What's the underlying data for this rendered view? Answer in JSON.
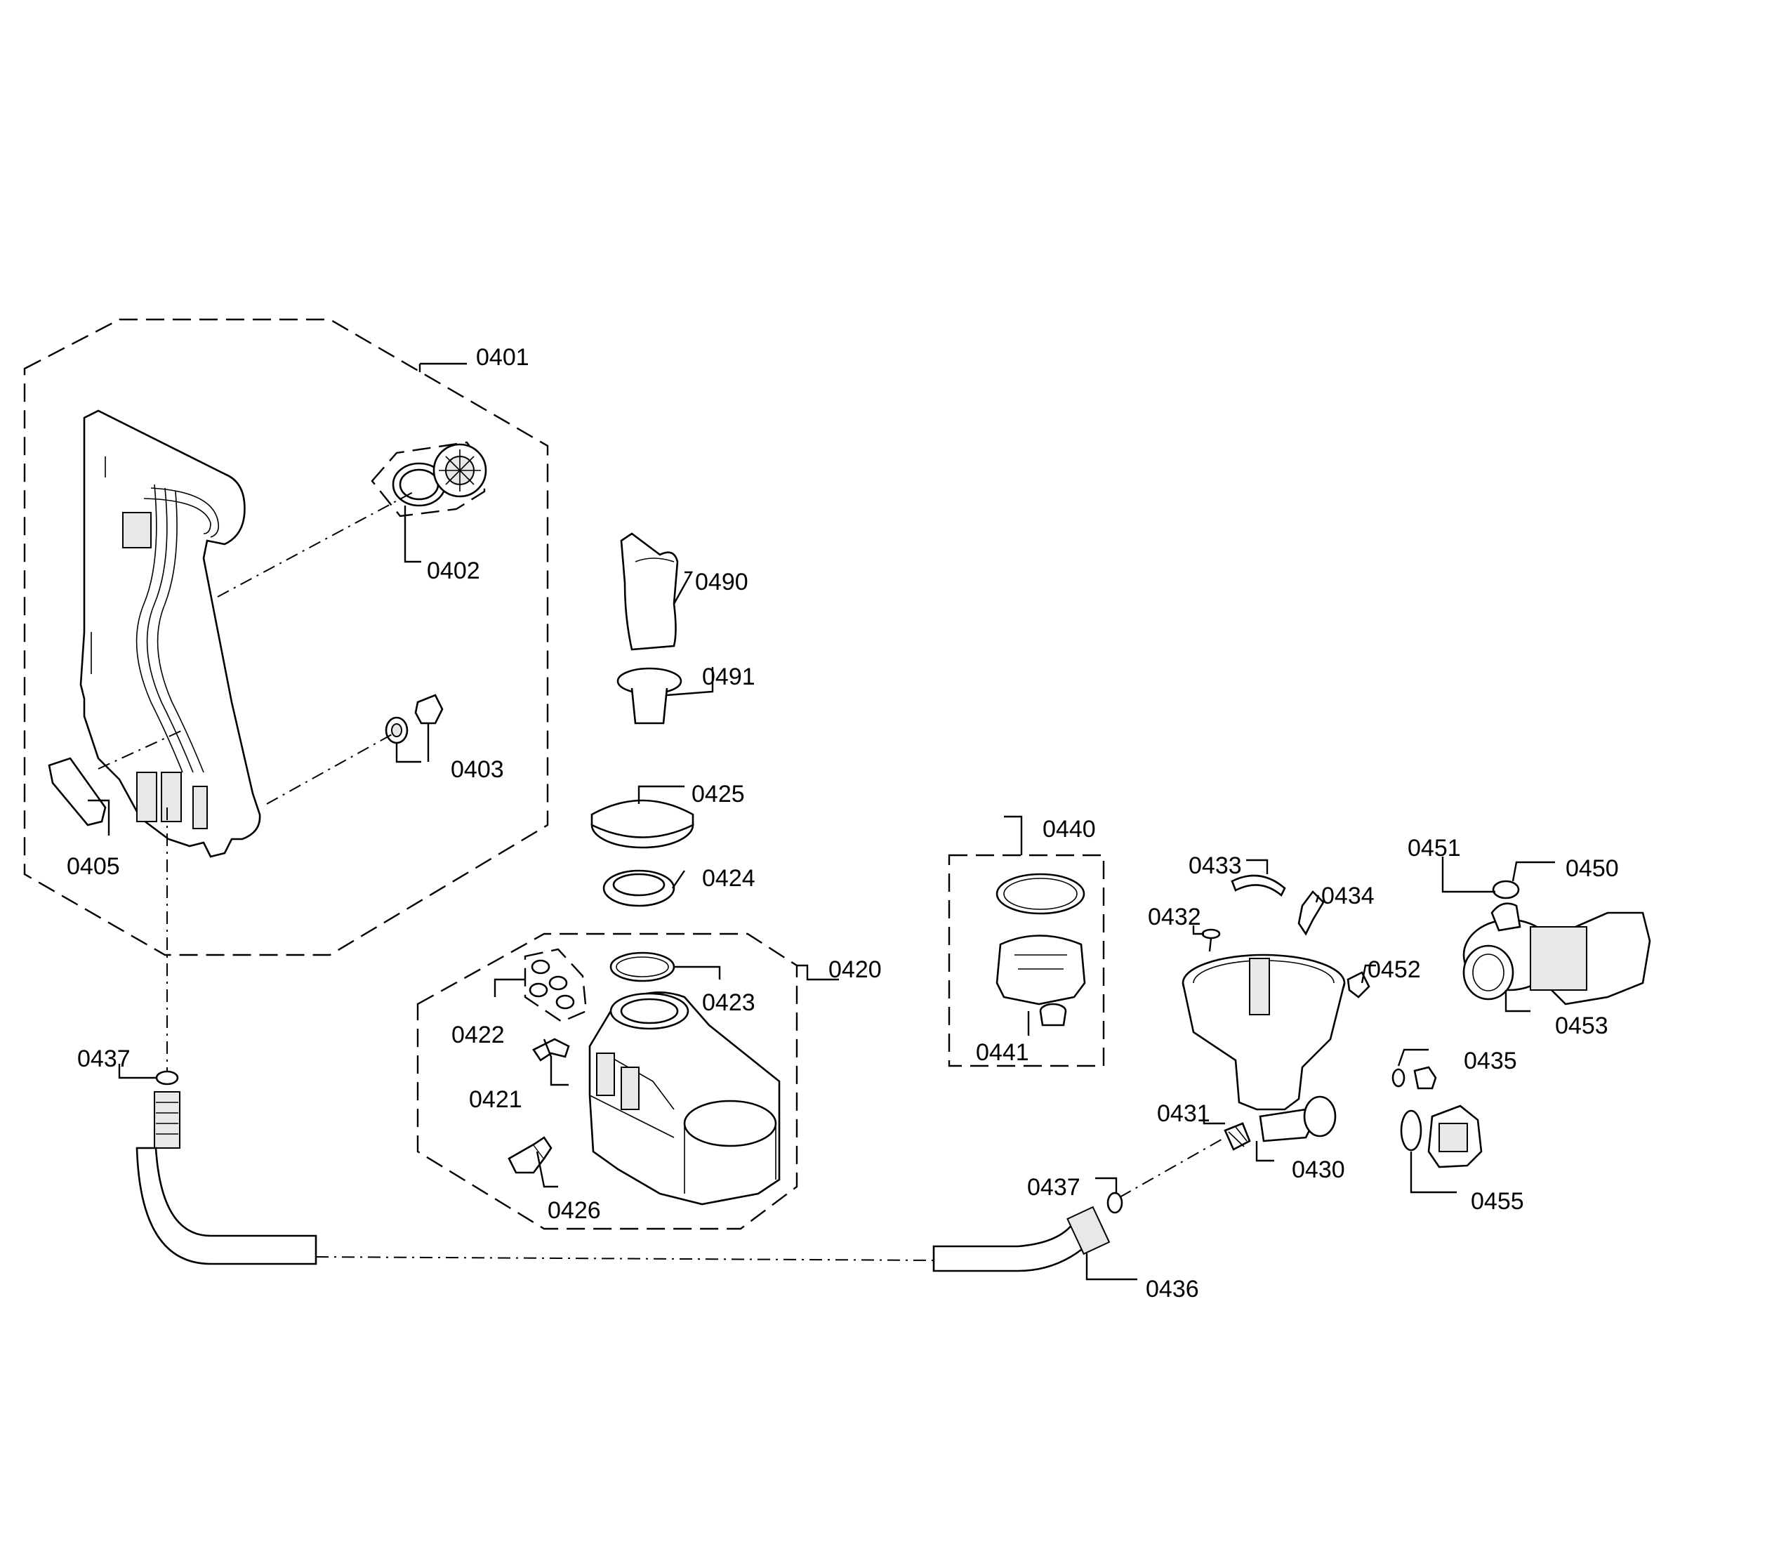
{
  "labels": [
    {
      "id": "0401",
      "text": "0401"
    },
    {
      "id": "0402",
      "text": "0402"
    },
    {
      "id": "0403",
      "text": "0403"
    },
    {
      "id": "0405",
      "text": "0405"
    },
    {
      "id": "0490",
      "text": "0490"
    },
    {
      "id": "0491",
      "text": "0491"
    },
    {
      "id": "0425",
      "text": "0425"
    },
    {
      "id": "0424",
      "text": "0424"
    },
    {
      "id": "0420",
      "text": "0420"
    },
    {
      "id": "0422",
      "text": "0422"
    },
    {
      "id": "0423",
      "text": "0423"
    },
    {
      "id": "0421",
      "text": "0421"
    },
    {
      "id": "0426",
      "text": "0426"
    },
    {
      "id": "0437a",
      "text": "0437"
    },
    {
      "id": "0440",
      "text": "0440"
    },
    {
      "id": "0441",
      "text": "0441"
    },
    {
      "id": "0433",
      "text": "0433"
    },
    {
      "id": "0434",
      "text": "0434"
    },
    {
      "id": "0432",
      "text": "0432"
    },
    {
      "id": "0452",
      "text": "0452"
    },
    {
      "id": "0451",
      "text": "0451"
    },
    {
      "id": "0450",
      "text": "0450"
    },
    {
      "id": "0453",
      "text": "0453"
    },
    {
      "id": "0435",
      "text": "0435"
    },
    {
      "id": "0431",
      "text": "0431"
    },
    {
      "id": "0430",
      "text": "0430"
    },
    {
      "id": "0455",
      "text": "0455"
    },
    {
      "id": "0437b",
      "text": "0437"
    },
    {
      "id": "0436",
      "text": "0436"
    }
  ]
}
